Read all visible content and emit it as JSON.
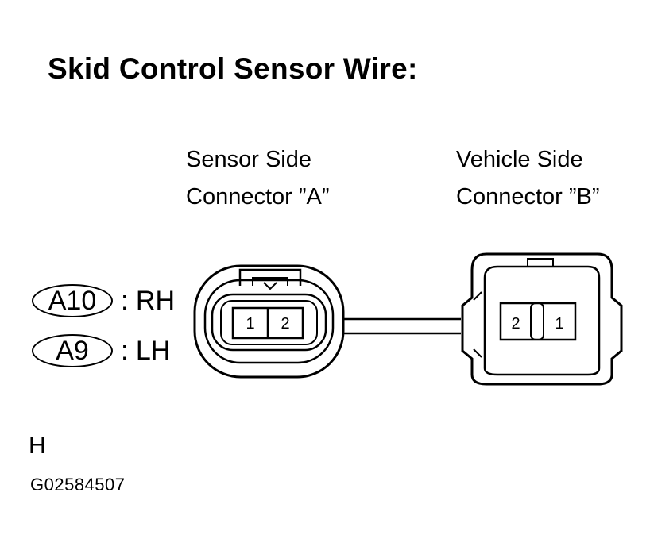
{
  "title": "Skid Control Sensor Wire:",
  "connector_a": {
    "line1": "Sensor Side",
    "line2": "Connector ”A”",
    "pins": [
      "1",
      "2"
    ]
  },
  "connector_b": {
    "line1": "Vehicle Side",
    "line2": "Connector ”B”",
    "pins": [
      "2",
      "1"
    ]
  },
  "codes": [
    {
      "code": "A10",
      "side": ": RH"
    },
    {
      "code": "A9",
      "side": ": LH"
    }
  ],
  "footer": {
    "letter": "H",
    "figure_id": "G02584507"
  }
}
